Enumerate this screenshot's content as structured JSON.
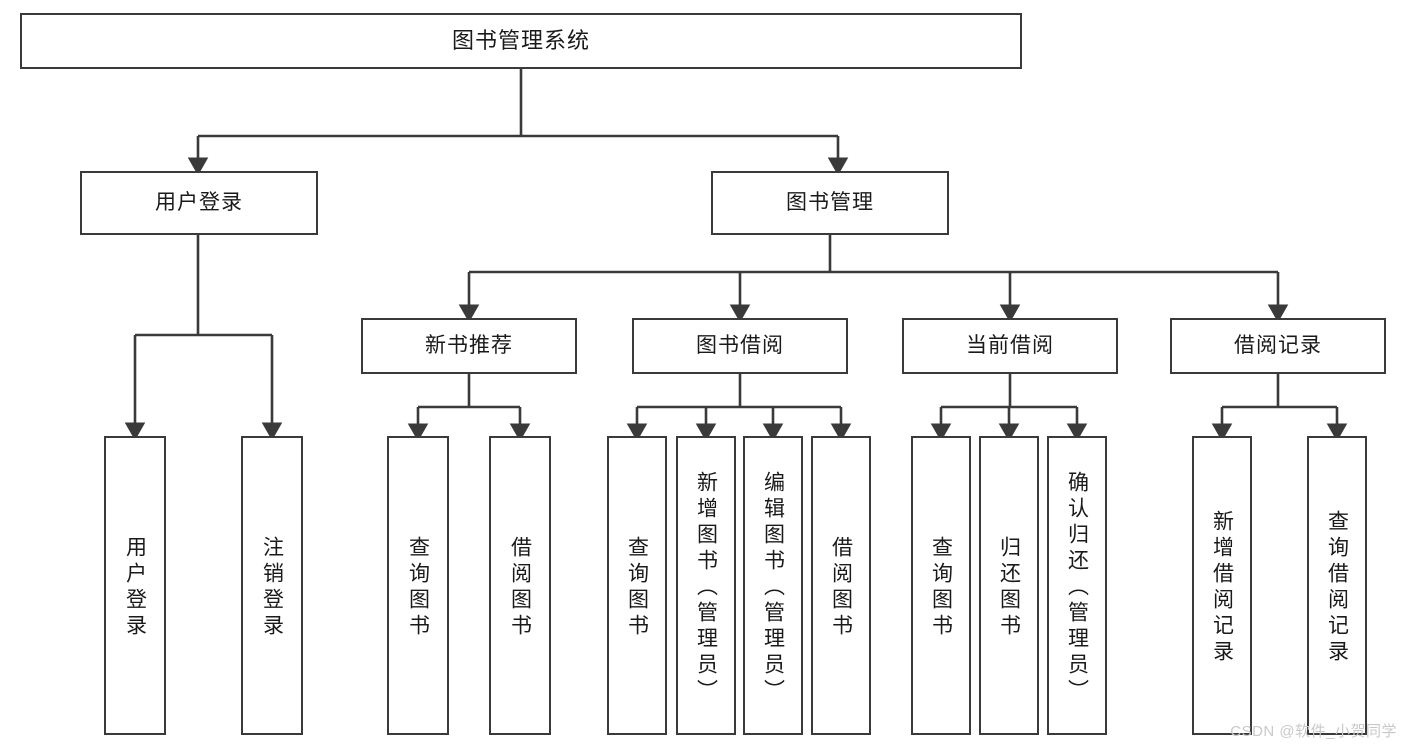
{
  "diagram": {
    "title": "图书管理系统",
    "type": "tree-hierarchy-diagram",
    "colors": {
      "border": "#3a3a3a",
      "background": "#ffffff",
      "text": "#1a1a1a",
      "edge": "#3a3a3a",
      "watermark": "#c9c9c9"
    },
    "root": {
      "label": "图书管理系统"
    },
    "level2": [
      {
        "label": "用户登录"
      },
      {
        "label": "图书管理"
      }
    ],
    "level3": [
      {
        "label": "新书推荐"
      },
      {
        "label": "图书借阅"
      },
      {
        "label": "当前借阅"
      },
      {
        "label": "借阅记录"
      }
    ],
    "leaves": {
      "user_login": [
        {
          "label": "用户登录"
        },
        {
          "label": "注销登录"
        }
      ],
      "new_book_recommend": [
        {
          "label": "查询图书"
        },
        {
          "label": "借阅图书"
        }
      ],
      "book_borrow": [
        {
          "label": "查询图书"
        },
        {
          "label": "新增图书（管理员）"
        },
        {
          "label": "编辑图书（管理员）"
        },
        {
          "label": "借阅图书"
        }
      ],
      "current_borrow": [
        {
          "label": "查询图书"
        },
        {
          "label": "归还图书"
        },
        {
          "label": "确认归还（管理员）"
        }
      ],
      "borrow_record": [
        {
          "label": "新增借阅记录"
        },
        {
          "label": "查询借阅记录"
        }
      ]
    }
  },
  "watermark": {
    "text": "CSDN @软件_小贺同学"
  }
}
